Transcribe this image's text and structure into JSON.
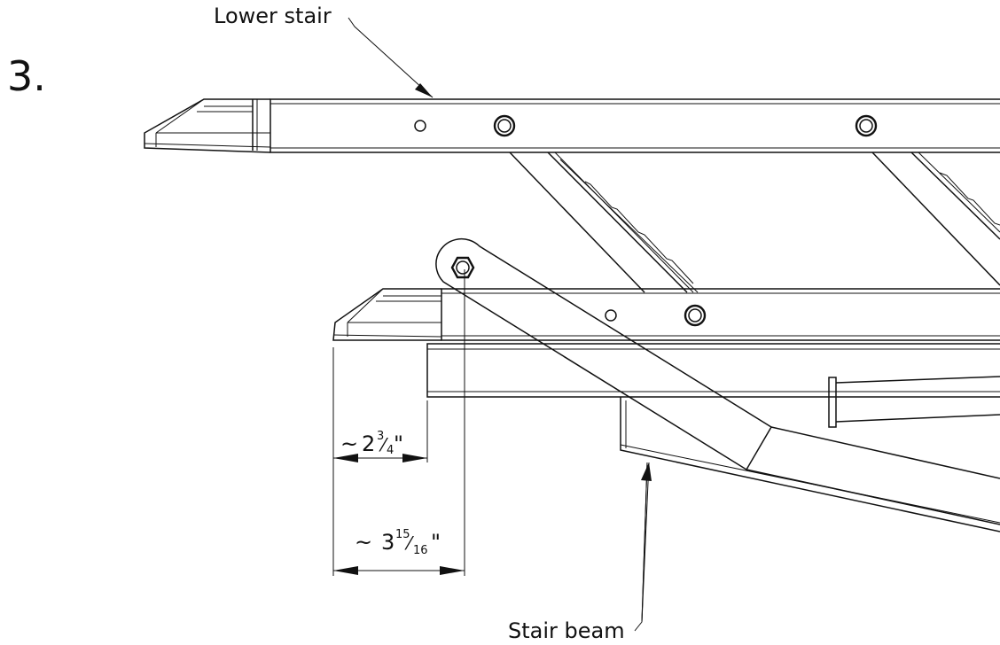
{
  "step_number": "3.",
  "callouts": {
    "lower_stair": "Lower stair",
    "stair_beam": "Stair beam"
  },
  "dimensions": {
    "short": {
      "tilde": "~",
      "whole": "2",
      "numerator": "3",
      "denominator": "4",
      "unit": "\""
    },
    "long": {
      "tilde": "~",
      "whole": "3",
      "numerator": "15",
      "denominator": "16",
      "unit": "\""
    }
  }
}
